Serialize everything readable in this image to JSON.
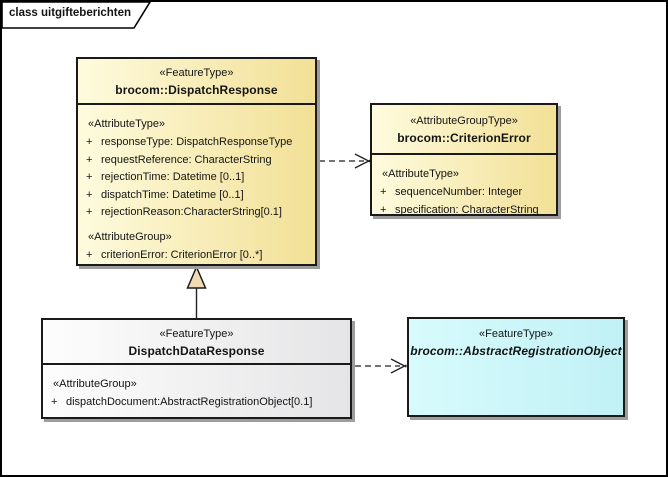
{
  "frame": {
    "title": "class uitgifteberichten"
  },
  "colors": {
    "box_border": "#1a1a1a",
    "shadow": "#9d9d9d",
    "yellow_gradient_start": "#fefbde",
    "yellow_gradient_end": "#f2e096",
    "gray_gradient_start": "#fdfdfd",
    "gray_gradient_end": "#e5e5e7",
    "cyan_gradient_start": "#d7fbfd",
    "cyan_gradient_end": "#c1f1f5",
    "generalization_triangle_fill": "#f0dcb4"
  },
  "classes": {
    "dispatchResponse": {
      "stereotype": "«FeatureType»",
      "name": "brocom::DispatchResponse",
      "section1_label": "«AttributeType»",
      "attributes": [
        {
          "vis": "+",
          "text": "responseType: DispatchResponseType"
        },
        {
          "vis": "+",
          "text": "requestReference: CharacterString"
        },
        {
          "vis": "+",
          "text": "rejectionTime: Datetime [0..1]"
        },
        {
          "vis": "+",
          "text": "dispatchTime: Datetime [0..1]"
        },
        {
          "vis": "+",
          "text": "rejectionReason:CharacterString[0.1]"
        }
      ],
      "section2_label": "«AttributeGroup»",
      "groups": [
        {
          "vis": "+",
          "text": "criterionError: CriterionError [0..*]"
        }
      ]
    },
    "criterionError": {
      "stereotype": "«AttributeGroupType»",
      "name": "brocom::CriterionError",
      "section1_label": "«AttributeType»",
      "attributes": [
        {
          "vis": "+",
          "text": "sequenceNumber: Integer"
        },
        {
          "vis": "+",
          "text": "specification: CharacterString"
        }
      ]
    },
    "dispatchDataResponse": {
      "stereotype": "«FeatureType»",
      "name": "DispatchDataResponse",
      "section1_label": "«AttributeGroup»",
      "attributes": [
        {
          "vis": "+",
          "text": "dispatchDocument:AbstractRegistrationObject[0.1]"
        }
      ]
    },
    "abstractRegistrationObject": {
      "stereotype": "«FeatureType»",
      "name": "brocom::AbstractRegistrationObject"
    }
  },
  "relations": [
    {
      "type": "dependency",
      "from": "DispatchResponse",
      "to": "CriterionError"
    },
    {
      "type": "generalization",
      "from": "DispatchDataResponse",
      "to": "DispatchResponse"
    },
    {
      "type": "dependency",
      "from": "DispatchDataResponse",
      "to": "AbstractRegistrationObject"
    }
  ]
}
